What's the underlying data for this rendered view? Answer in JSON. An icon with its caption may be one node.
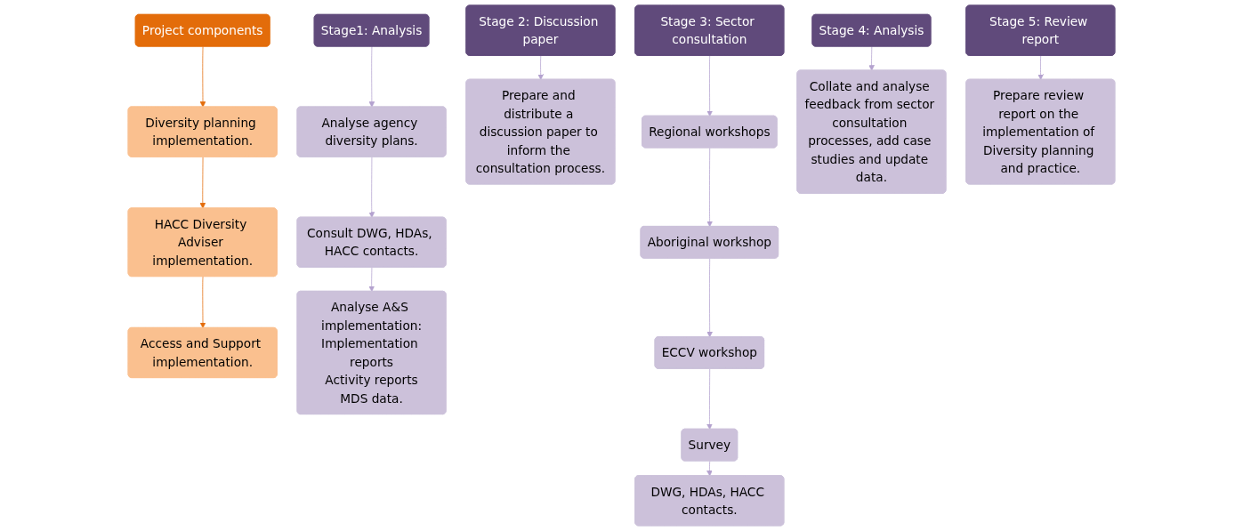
{
  "diagram": {
    "nodes": [
      {
        "text": [
          "Project components"
        ]
      },
      {
        "text": [
          "Diversity planning implementation."
        ]
      },
      {
        "text": [
          "HACC Diversity Adviser implementation."
        ]
      },
      {
        "text": [
          "Access and Support implementation."
        ]
      },
      {
        "text": [
          "Stage1: Analysis"
        ]
      },
      {
        "text": [
          "Analyse agency diversity plans."
        ]
      },
      {
        "text": [
          "Consult DWG, HDAs, HACC contacts."
        ]
      },
      {
        "text": [
          "Analyse A&S implementation:",
          "Implementation reports",
          "Activity reports",
          "MDS data."
        ]
      },
      {
        "text": [
          "Stage 2: Discussion paper"
        ]
      },
      {
        "text": [
          "Prepare and distribute a discussion paper to inform the consultation process."
        ]
      },
      {
        "text": [
          "Stage 3: Sector consultation"
        ]
      },
      {
        "text": [
          "Regional workshops"
        ]
      },
      {
        "text": [
          "Aboriginal workshop"
        ]
      },
      {
        "text": [
          "ECCV workshop"
        ]
      },
      {
        "text": [
          "Survey"
        ]
      },
      {
        "text": [
          "DWG, HDAs, HACC contacts."
        ]
      },
      {
        "text": [
          "Stage 4: Analysis"
        ]
      },
      {
        "text": [
          "Collate and analyse feedback from sector consultation processes, add case studies and update data."
        ]
      },
      {
        "text": [
          "Stage 5: Review report"
        ]
      },
      {
        "text": [
          "Prepare review report on the implementation of Diversity planning and practice."
        ]
      }
    ],
    "edges": [
      {
        "from": 0,
        "to": 1,
        "arrow": "to",
        "color": "#e36c0a"
      },
      {
        "from": 1,
        "to": 2,
        "arrow": "to",
        "color": "#e36c0a"
      },
      {
        "from": 2,
        "to": 3,
        "arrow": "to",
        "color": "#e36c0a"
      },
      {
        "from": 4,
        "to": 5,
        "arrow": "to"
      },
      {
        "from": 5,
        "to": 6,
        "arrow": "to"
      },
      {
        "from": 6,
        "to": 7,
        "arrow": "to"
      },
      {
        "from": 8,
        "to": 9,
        "arrow": "to"
      },
      {
        "from": 10,
        "to": 11,
        "arrow": "to"
      },
      {
        "from": 11,
        "to": 12,
        "arrow": "to"
      },
      {
        "from": 12,
        "to": 13,
        "arrow": "to"
      },
      {
        "from": 13,
        "to": 14,
        "arrow": "to"
      },
      {
        "from": 14,
        "to": 15,
        "arrow": "to"
      },
      {
        "from": 16,
        "to": 17,
        "arrow": "to"
      },
      {
        "from": 18,
        "to": 19,
        "arrow": "to"
      }
    ]
  }
}
